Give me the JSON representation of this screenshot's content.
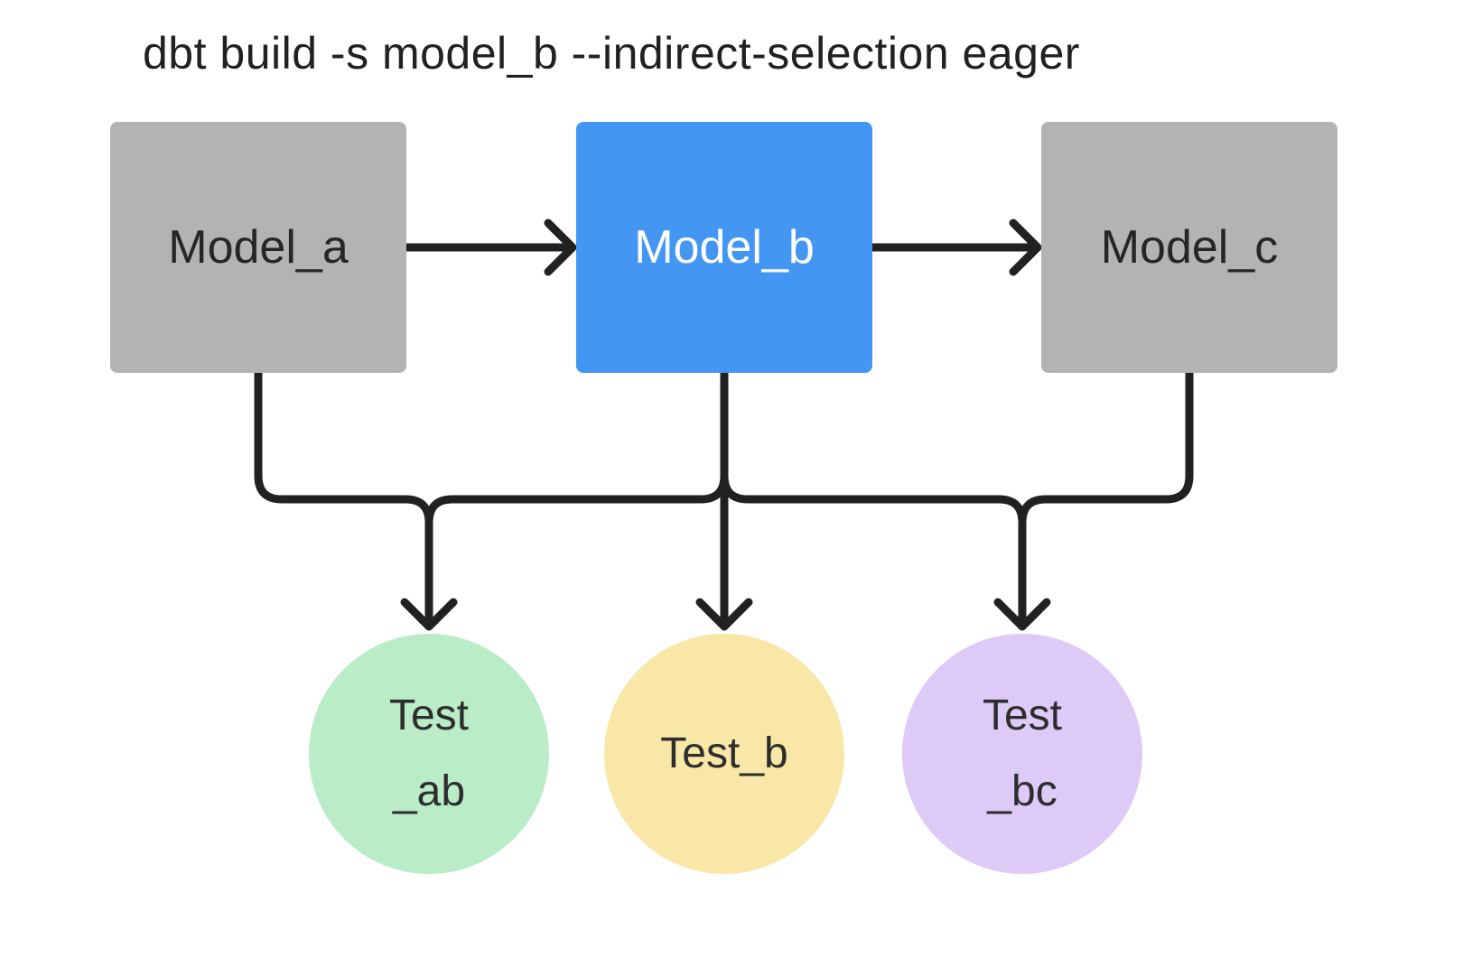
{
  "title": "dbt build -s model_b --indirect-selection eager",
  "models": [
    {
      "id": "model_a",
      "label": "Model_a",
      "fill": "#b3b3b3",
      "text_color": "#262626"
    },
    {
      "id": "model_b",
      "label": "Model_b",
      "fill": "#4397f3",
      "text_color": "#ffffff"
    },
    {
      "id": "model_c",
      "label": "Model_c",
      "fill": "#b3b3b3",
      "text_color": "#262626"
    }
  ],
  "tests": [
    {
      "id": "test_ab",
      "line1": "Test",
      "line2": "_ab",
      "fill": "#b9ecc7"
    },
    {
      "id": "test_b",
      "line1": "Test_b",
      "line2": "",
      "fill": "#f8e7a6"
    },
    {
      "id": "test_bc",
      "line1": "Test",
      "line2": "_bc",
      "fill": "#decaf7"
    }
  ],
  "edges": [
    {
      "from": "model_a",
      "to": "model_b"
    },
    {
      "from": "model_b",
      "to": "model_c"
    },
    {
      "from": "model_a",
      "to": "test_ab"
    },
    {
      "from": "model_b",
      "to": "test_ab"
    },
    {
      "from": "model_b",
      "to": "test_b"
    },
    {
      "from": "model_b",
      "to": "test_bc"
    },
    {
      "from": "model_c",
      "to": "test_bc"
    }
  ],
  "colors": {
    "background": "#ffffff",
    "connector": "#212121",
    "title_text": "#212121"
  }
}
